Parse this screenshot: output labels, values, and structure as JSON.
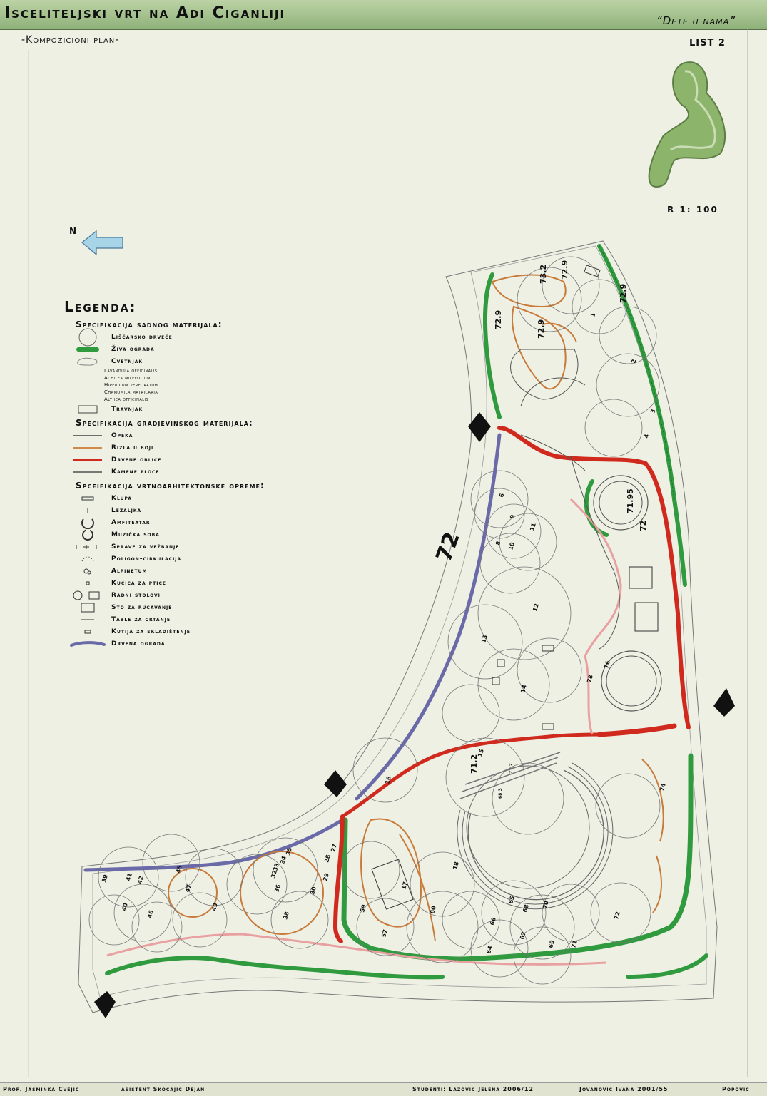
{
  "header": {
    "title": "Isceliteljski vrt na Adi Ciganliji",
    "motto": "“Dete u nama”",
    "subtitle": "-Kompozicioni plan-",
    "sheet": "LIST 2"
  },
  "scale": "R 1: 100",
  "north": "N",
  "legend": {
    "title": "Legenda:",
    "sections": [
      {
        "heading": "Specifikacija sadnog materijala:",
        "items": [
          {
            "symbol": "tree-circle",
            "label": "Lišćarsko drveće"
          },
          {
            "symbol": "hedge",
            "label": "Živa ograda"
          },
          {
            "symbol": "flowerbed",
            "label": "Cvetnjak"
          }
        ],
        "sub_items": [
          "Lavandula officinalis",
          "Achilea milefolium",
          "Hipericum perforatum",
          "Chamomila matricaria",
          "Althea officinalis"
        ],
        "after": [
          {
            "symbol": "lawn",
            "label": "Travnjak"
          }
        ]
      },
      {
        "heading": "Specifikacija gradjevinskog materijala:",
        "items": [
          {
            "symbol": "line-black",
            "label": "Opeka",
            "color": "#222222"
          },
          {
            "symbol": "line-orange",
            "label": "Rizla u boji",
            "color": "#d08a4a"
          },
          {
            "symbol": "line-red",
            "label": "Drvene oblice",
            "color": "#d02a1e"
          },
          {
            "symbol": "line-grey",
            "label": "Kamene ploce",
            "color": "#777777"
          }
        ]
      },
      {
        "heading": "Spceifikacija vrtnoarhitektonske opreme:",
        "items": [
          {
            "symbol": "bench",
            "label": "Klupa"
          },
          {
            "symbol": "lounger",
            "label": "Ležaljka"
          },
          {
            "symbol": "amphitheatre",
            "label": "Amfiteatar"
          },
          {
            "symbol": "music-room",
            "label": "Muzička soba"
          },
          {
            "symbol": "exercise",
            "label": "Sprave za vežbanje"
          },
          {
            "symbol": "polygon",
            "label": "Poligon-cirkulacija"
          },
          {
            "symbol": "alpinetum",
            "label": "Alpinetum"
          },
          {
            "symbol": "birdhouse",
            "label": "Kućica za ptice"
          },
          {
            "symbol": "worktable",
            "label": "Radni stolovi"
          },
          {
            "symbol": "lunch-table",
            "label": "Sto za ručavanje"
          },
          {
            "symbol": "drawing-table",
            "label": "Table za crtanje"
          },
          {
            "symbol": "storage-box",
            "label": "Kutija za skladištenje"
          },
          {
            "symbol": "wooden-fence",
            "label": "Drvena ograda",
            "color": "#6a6aa8"
          }
        ]
      }
    ]
  },
  "plan": {
    "height_label": "72",
    "elevations": [
      "73.2",
      "72.9",
      "72.9",
      "72.9",
      "72.9",
      "71.95",
      "72",
      "71.2",
      "71.2",
      "68.3"
    ],
    "tree_numbers": [
      "1",
      "2",
      "3",
      "4",
      "6",
      "9",
      "8",
      "10",
      "11",
      "12",
      "13",
      "14",
      "15",
      "16",
      "17",
      "18",
      "27",
      "28",
      "29",
      "30",
      "32",
      "33",
      "34",
      "35",
      "36",
      "38",
      "39",
      "40",
      "41",
      "42",
      "45",
      "46",
      "47",
      "49",
      "57",
      "59",
      "60",
      "64",
      "65",
      "66",
      "67",
      "68",
      "69",
      "70",
      "71",
      "72",
      "74",
      "76",
      "78"
    ]
  },
  "footer": {
    "professor": "Prof. Jasminka Cvejić",
    "assistant": "asistent  Skočajic Dejan",
    "students": "Studenti: Lazović Jelena 2006/12",
    "student2": "Jovanović Ivana 2001/55",
    "student3": "Popović"
  },
  "colors": {
    "hedge": "#2f9a3e",
    "red_path": "#d02a1e",
    "pink_path": "#e8a0a0",
    "fence": "#6a6aa8",
    "orange": "#d08a4a",
    "lawn_bg": "#eef0e4",
    "header": "#a9c491"
  }
}
